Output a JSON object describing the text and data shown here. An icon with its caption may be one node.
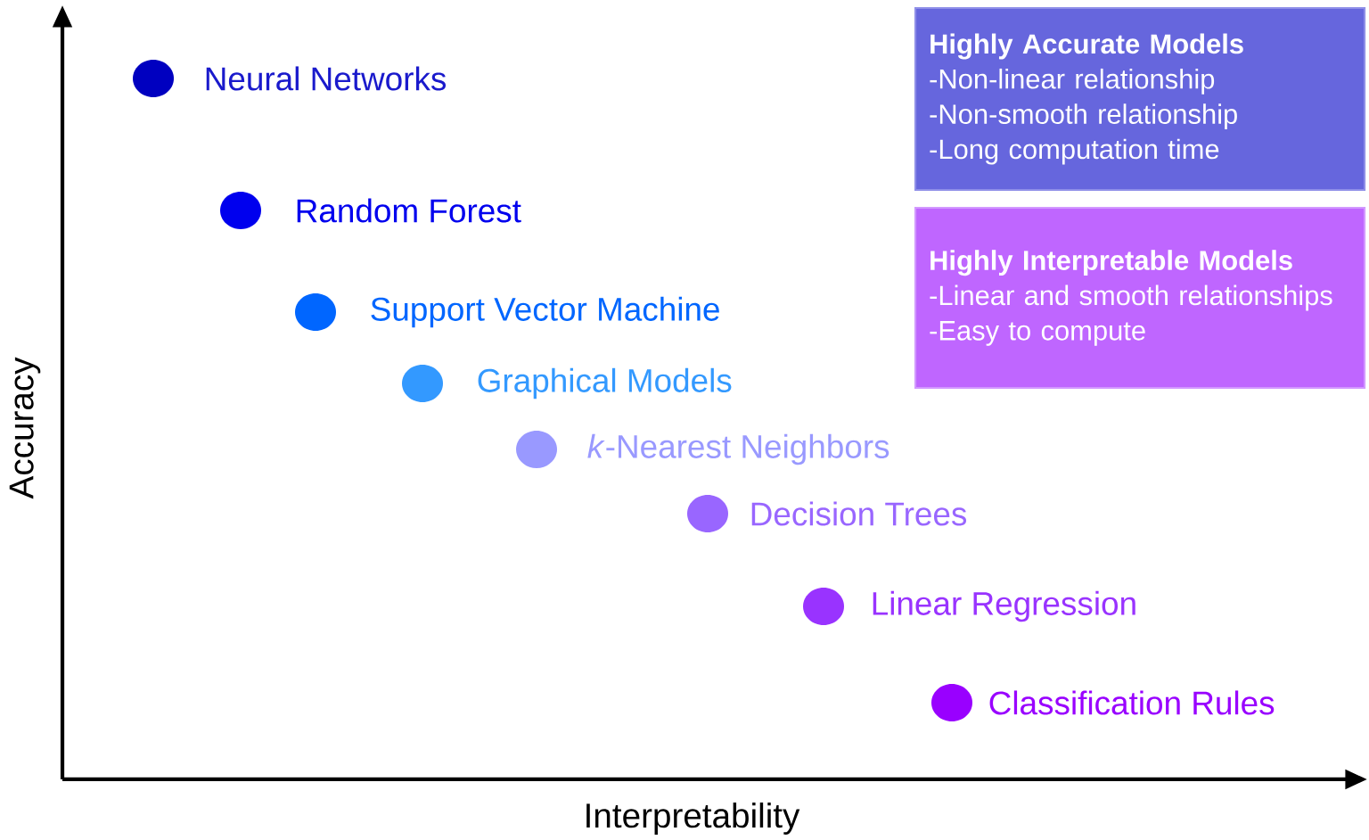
{
  "diagram": {
    "nodes": [
      {
        "text": [
          "Neural Networks"
        ]
      },
      {
        "text": [
          "Random Forest"
        ]
      },
      {
        "text": [
          "Support Vector Machine"
        ]
      },
      {
        "text": [
          "Graphical Models"
        ]
      },
      {
        "text": [
          "*k*-Nearest Neighbors"
        ]
      },
      {
        "text": [
          "Decision Trees"
        ]
      },
      {
        "text": [
          "Linear Regression"
        ]
      },
      {
        "text": [
          "Classification Rules"
        ]
      },
      {
        "text": [
          "Highly Accurate Models",
          "-Non-linear relationship",
          "-Non-smooth relationship",
          "-Long computation time"
        ]
      },
      {
        "text": [
          "Highly Interpretable Models",
          "-Linear and smooth relationships",
          "-Easy to compute"
        ]
      }
    ],
    "labels": [
      "Accuracy",
      "Interpretability"
    ]
  }
}
